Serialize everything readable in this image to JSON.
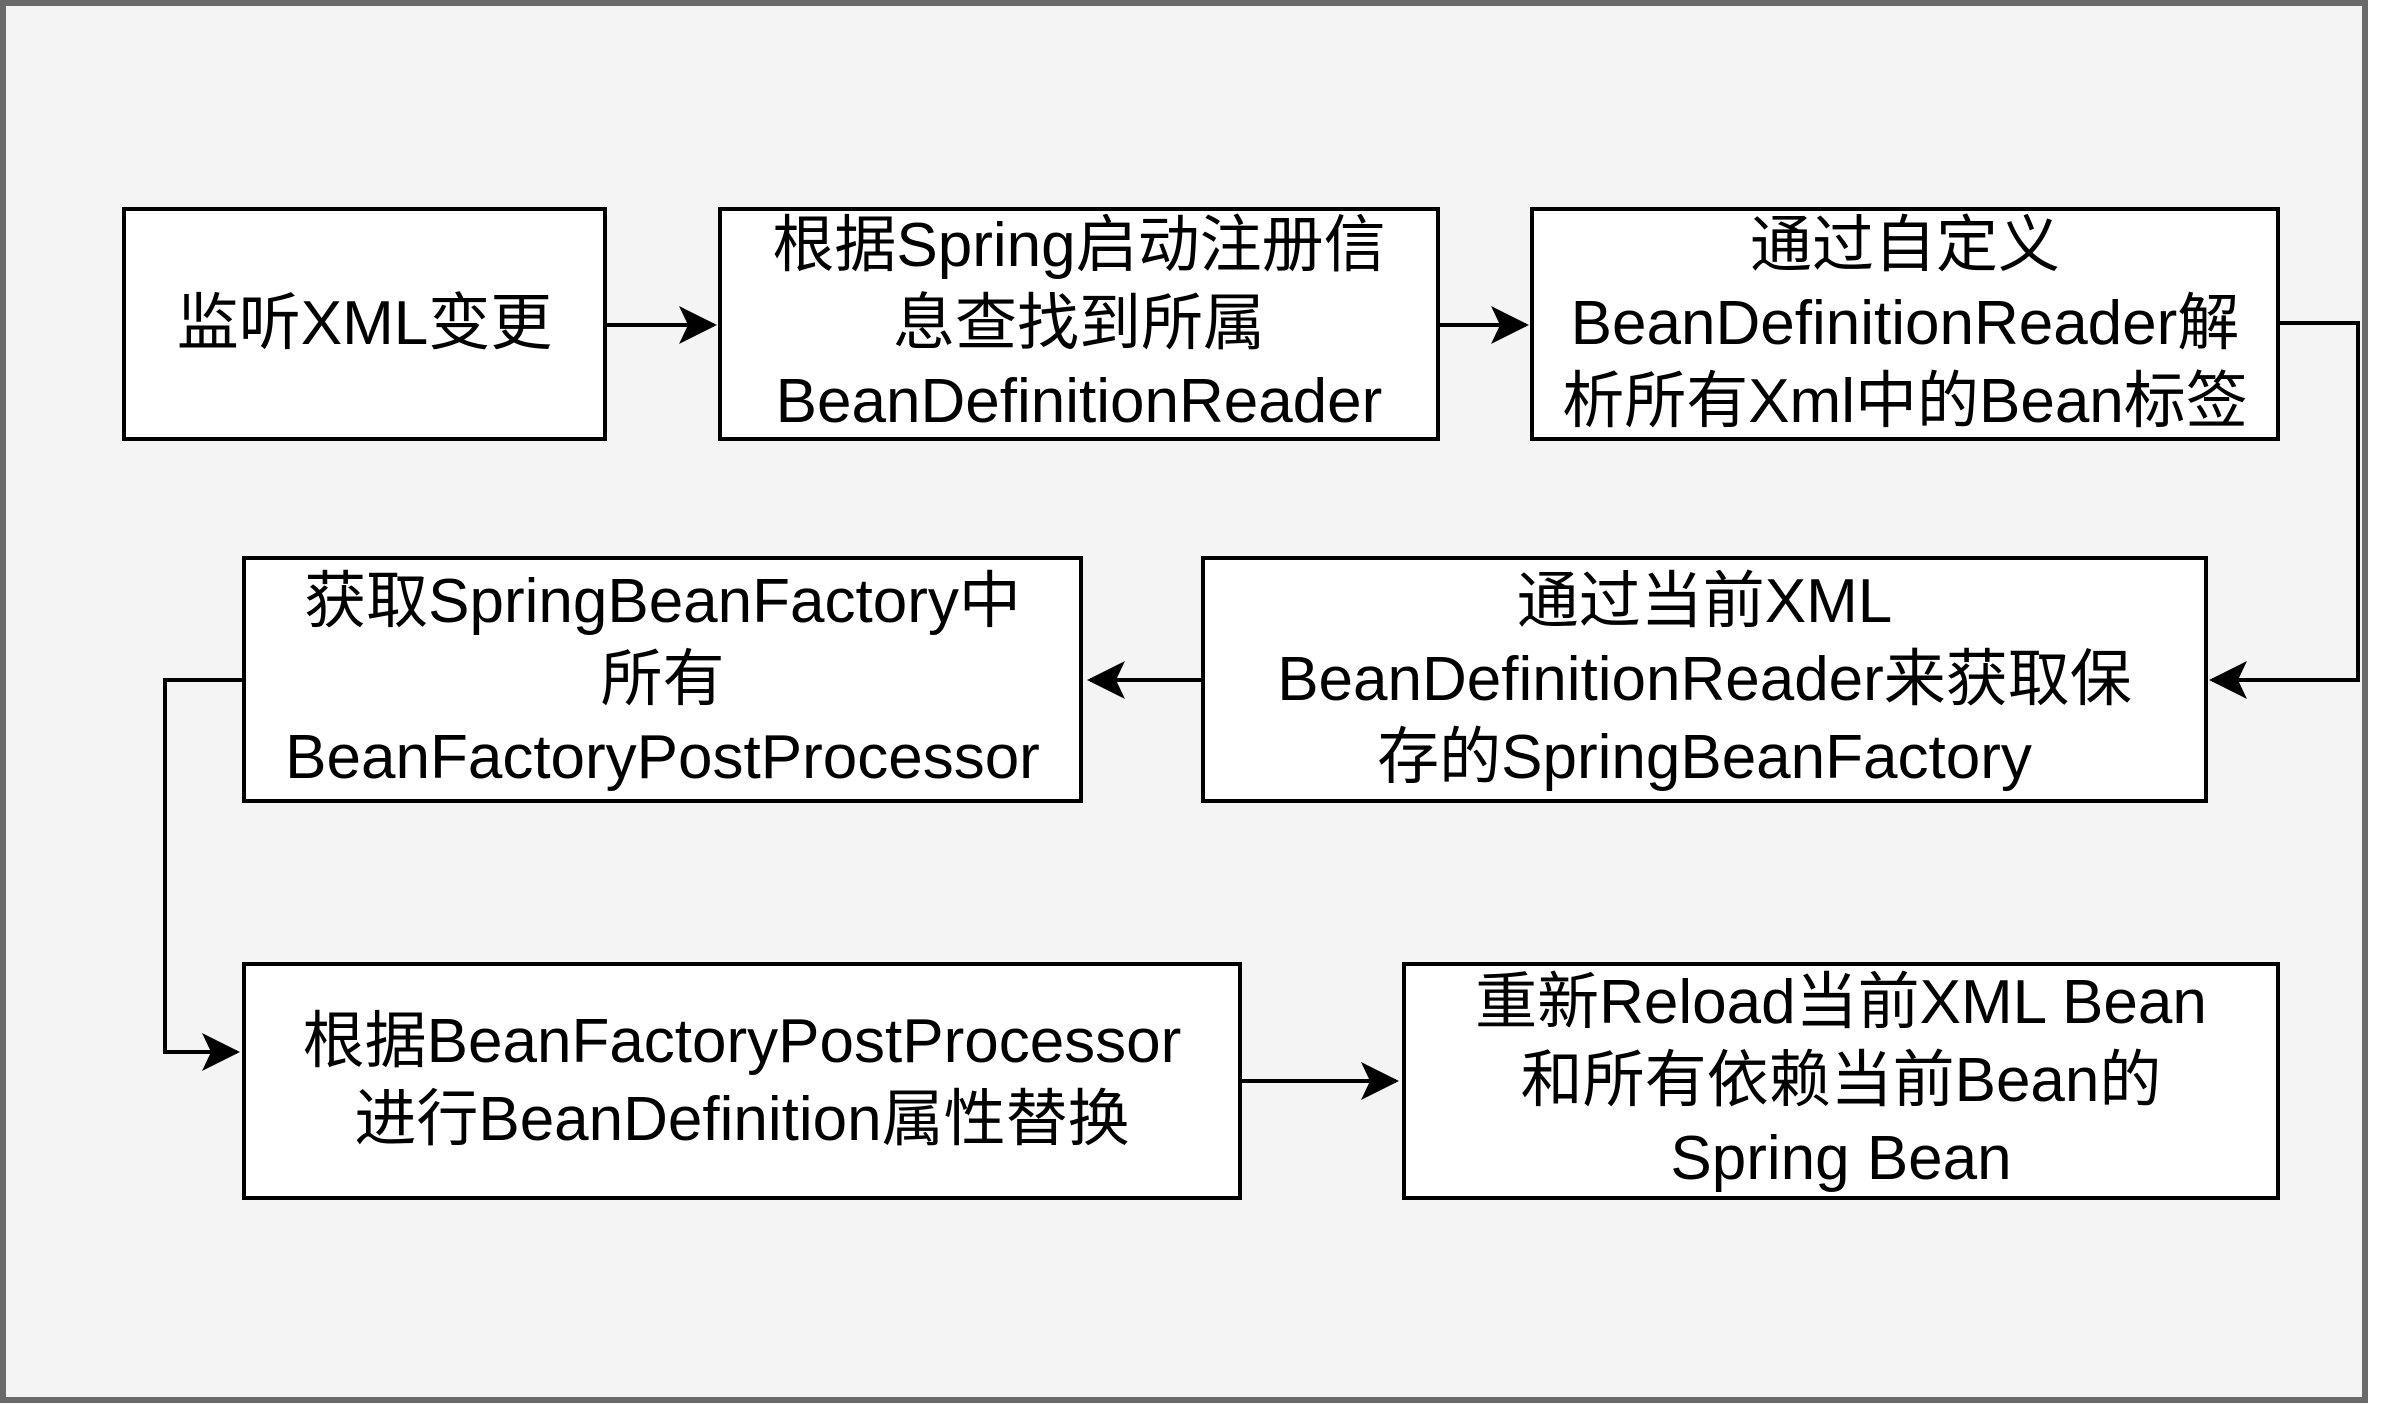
{
  "diagram": {
    "type": "flowchart",
    "language": "zh-CN",
    "colors": {
      "canvas_background": "#f4f4f4",
      "frame_border": "#6a6a6a",
      "node_fill": "#ffffff",
      "node_border": "#000000",
      "connector": "#000000",
      "text": "#000000"
    },
    "nodes": [
      {
        "id": "listen-xml-change",
        "label": "监听XML变更"
      },
      {
        "id": "find-owning-bean-definition-reader",
        "label": "根据Spring启动注册信\n息查找到所属\nBeanDefinitionReader"
      },
      {
        "id": "parse-bean-tags",
        "label": "通过自定义\nBeanDefinitionReader解\n析所有Xml中的Bean标签"
      },
      {
        "id": "get-saved-spring-bean-factory",
        "label": "通过当前XML\nBeanDefinitionReader来获取保\n存的SpringBeanFactory"
      },
      {
        "id": "get-all-bean-factory-post-processors",
        "label": "获取SpringBeanFactory中\n所有\nBeanFactoryPostProcessor"
      },
      {
        "id": "replace-bean-definition-properties",
        "label": "根据BeanFactoryPostProcessor\n进行BeanDefinition属性替换"
      },
      {
        "id": "reload-spring-beans",
        "label": "重新Reload当前XML Bean\n和所有依赖当前Bean的\nSpring Bean"
      }
    ],
    "edges": [
      {
        "from": "listen-xml-change",
        "to": "find-owning-bean-definition-reader"
      },
      {
        "from": "find-owning-bean-definition-reader",
        "to": "parse-bean-tags"
      },
      {
        "from": "parse-bean-tags",
        "to": "get-saved-spring-bean-factory"
      },
      {
        "from": "get-saved-spring-bean-factory",
        "to": "get-all-bean-factory-post-processors"
      },
      {
        "from": "get-all-bean-factory-post-processors",
        "to": "replace-bean-definition-properties"
      },
      {
        "from": "replace-bean-definition-properties",
        "to": "reload-spring-beans"
      }
    ]
  }
}
